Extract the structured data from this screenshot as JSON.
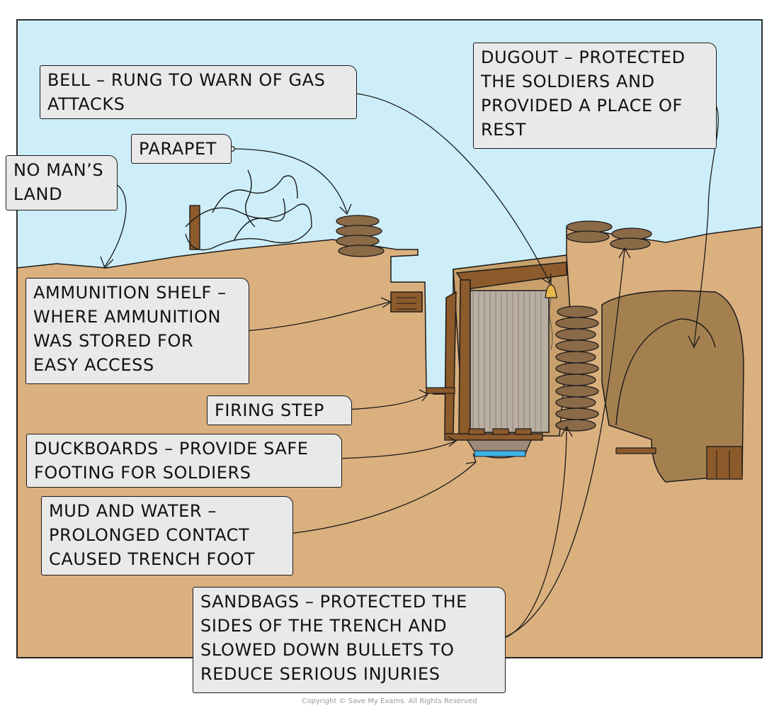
{
  "labels": {
    "bell": "BELL – RUNG TO WARN OF GAS ATTACKS",
    "dugout": "DUGOUT – PROTECTED THE SOLDIERS AND PROVIDED A PLACE OF REST",
    "parapet": "PARAPET",
    "no_mans_land": "NO MAN’S LAND",
    "ammunition_shelf": "AMMUNITION SHELF – WHERE AMMUNITION WAS STORED FOR EASY ACCESS",
    "firing_step": "FIRING STEP",
    "duckboards": "DUCKBOARDS – PROVIDE SAFE FOOTING FOR SOLDIERS",
    "mud_water": "MUD AND WATER – PROLONGED CONTACT CAUSED TRENCH FOOT",
    "sandbags": "SANDBAGS – PROTECTED THE SIDES OF THE TRENCH AND SLOWED DOWN BULLETS TO REDUCE SERIOUS INJURIES"
  },
  "copyright": "Copyright © Save My Exams. All Rights Reserved",
  "colors": {
    "sky": "#cdeef8",
    "earth": "#dbb07f",
    "earth_dark": "#c9a06b",
    "sandbag": "#8b6a48",
    "wood": "#8d5a2b",
    "water": "#3fb2e8",
    "label_bg": "#e9e9e9"
  }
}
